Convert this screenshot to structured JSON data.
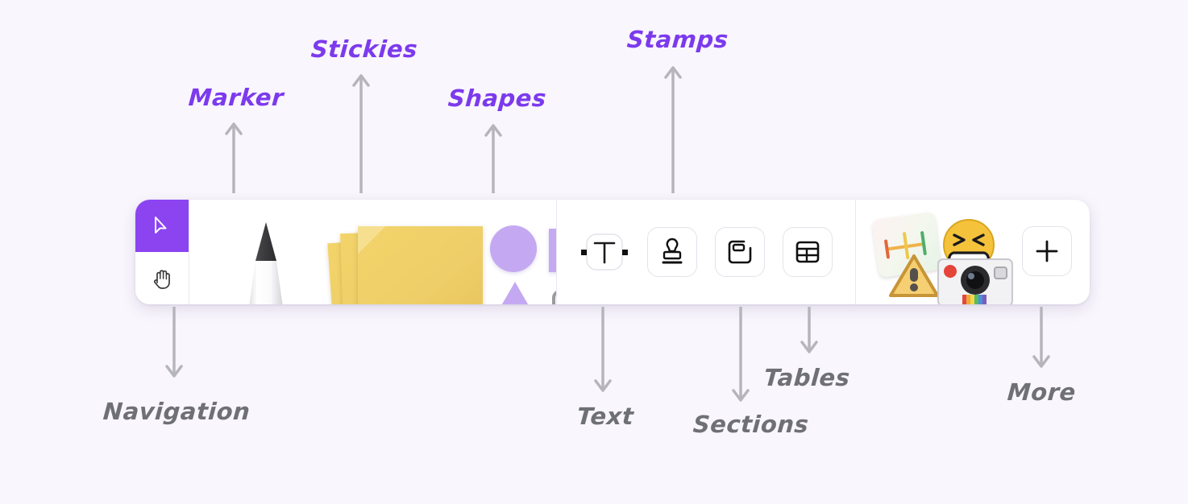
{
  "canvas": {
    "background_color": "#f9f6fd",
    "accent_color": "#7c3aed",
    "label_gray": "#6f7076"
  },
  "annotations": {
    "above": [
      {
        "id": "marker",
        "label": "Marker",
        "color": "#7c3aed",
        "arrow": "up"
      },
      {
        "id": "stickies",
        "label": "Stickies",
        "color": "#7c3aed",
        "arrow": "up"
      },
      {
        "id": "shapes",
        "label": "Shapes",
        "color": "#7c3aed",
        "arrow": "up"
      },
      {
        "id": "stamps",
        "label": "Stamps",
        "color": "#7c3aed",
        "arrow": "up"
      }
    ],
    "below": [
      {
        "id": "navigation",
        "label": "Navigation",
        "color": "#6f7076",
        "arrow": "down"
      },
      {
        "id": "text",
        "label": "Text",
        "color": "#6f7076",
        "arrow": "down"
      },
      {
        "id": "sections",
        "label": "Sections",
        "color": "#6f7076",
        "arrow": "down"
      },
      {
        "id": "tables",
        "label": "Tables",
        "color": "#6f7076",
        "arrow": "down"
      },
      {
        "id": "more",
        "label": "More",
        "color": "#6f7076",
        "arrow": "down"
      }
    ]
  },
  "toolbar": {
    "navigation": {
      "select_tool": {
        "icon": "cursor-arrow-icon",
        "active": true,
        "active_color": "#8b44f0"
      },
      "pan_tool": {
        "icon": "hand-icon",
        "active": false
      }
    },
    "creation_tools": [
      {
        "id": "marker",
        "icon": "marker-pen-icon"
      },
      {
        "id": "stickies",
        "icon": "sticky-notes-icon"
      },
      {
        "id": "shapes",
        "icon": "shapes-icon"
      }
    ],
    "icon_buttons": [
      {
        "id": "text",
        "icon": "text-t-icon"
      },
      {
        "id": "stamps",
        "icon": "stamp-icon"
      },
      {
        "id": "sections",
        "icon": "section-frame-icon"
      },
      {
        "id": "tables",
        "icon": "table-grid-icon"
      }
    ],
    "more": {
      "media_items": [
        {
          "id": "mindmap",
          "icon": "mindmap-card-icon"
        },
        {
          "id": "warning",
          "icon": "warning-triangle-icon"
        },
        {
          "id": "emoji",
          "icon": "laughing-emoji-icon"
        },
        {
          "id": "camera",
          "icon": "polaroid-camera-icon"
        }
      ],
      "add_button": {
        "icon": "plus-icon",
        "label": "+"
      }
    }
  }
}
